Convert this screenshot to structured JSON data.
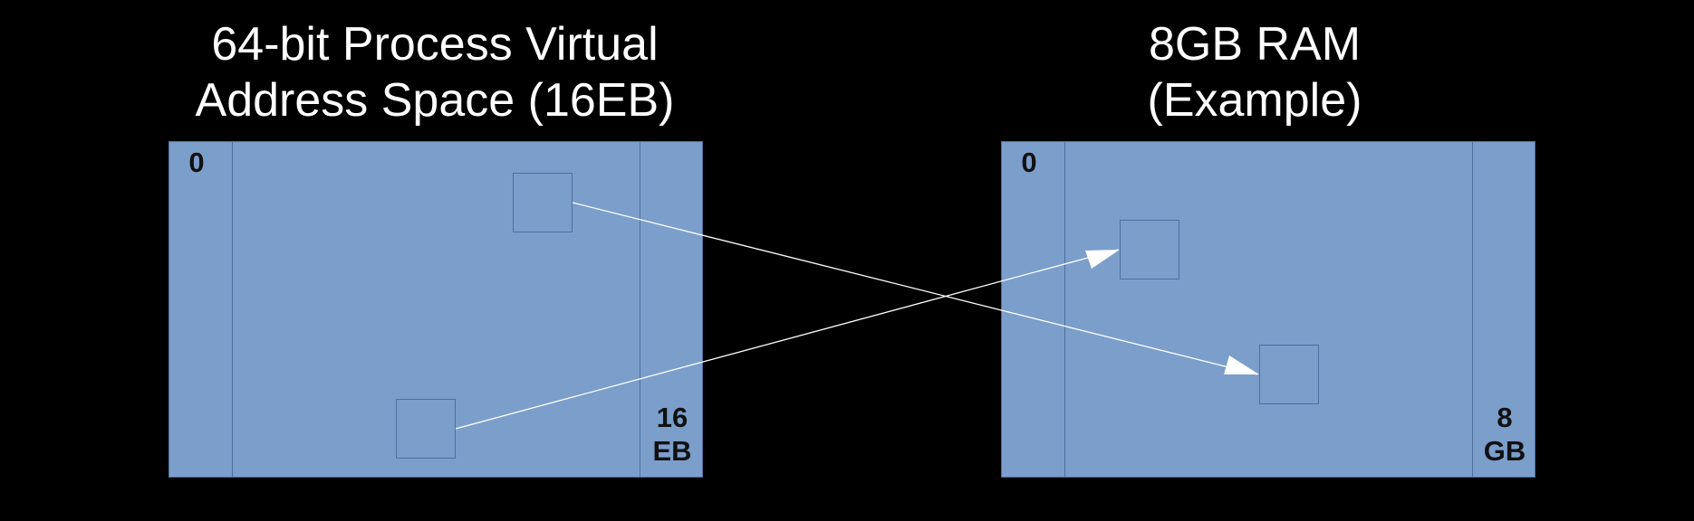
{
  "virtual_space": {
    "title_line1": "64-bit Process Virtual",
    "title_line2": "Address Space (16EB)",
    "start_label": "0",
    "end_label_line1": "16",
    "end_label_line2": "EB"
  },
  "physical_ram": {
    "title_line1": "8GB RAM",
    "title_line2": "(Example)",
    "start_label": "0",
    "end_label_line1": "8",
    "end_label_line2": "GB"
  },
  "colors": {
    "background": "#000000",
    "box_fill": "#7b9ecb",
    "box_border": "#4f6f9f",
    "arrow": "#ffffff",
    "title_text": "#ffffff",
    "label_text": "#111111"
  }
}
